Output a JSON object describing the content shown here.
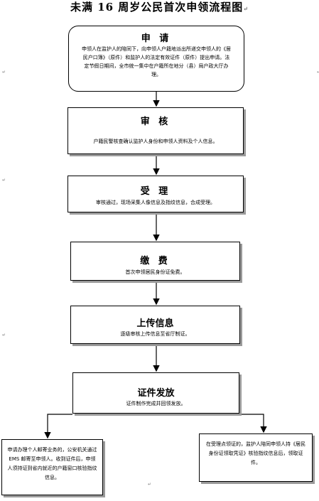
{
  "title": "未满 16 周岁公民首次申领流程图",
  "steps": {
    "apply": {
      "heading": "申 请",
      "body": "申领人在监护人的陪同下，向申领人户籍地派出所递交申领人的《居民户口簿》（原件）和监护人的法定有效证件（原件）提出申请。法定节假日期间，全市统一集中在户籍所在地分（县）局户政大厅办理。"
    },
    "review": {
      "heading": "审 核",
      "body": "户籍民警核查确认监护人身份和申领人资料及个人信息。"
    },
    "accept": {
      "heading": "受 理",
      "body": "审核通过，现场采集人像信息及指纹信息，合成受理。"
    },
    "fee": {
      "heading": "缴 费",
      "body": "首次申领居民身份证免费。"
    },
    "upload": {
      "heading": "上传信息",
      "body": "逐级审核上传信息至省厅制证。"
    },
    "issue": {
      "heading": "证件发放",
      "body": "证件制作完成并回领发放。"
    }
  },
  "outcomes": {
    "mail": "申请办理个人邮寄业务的，公安机关通过 EMS 邮寄至申领人。收到证件后，申领人须持证到省内就近的户籍窗口核验指纹信息。",
    "pickup": "在受理点领证的，监护人陪同申领人持《居民身份证领取凭证》核验指纹信息后，领取证件。"
  },
  "marks": {
    "return": "↵",
    "para": "↲"
  }
}
